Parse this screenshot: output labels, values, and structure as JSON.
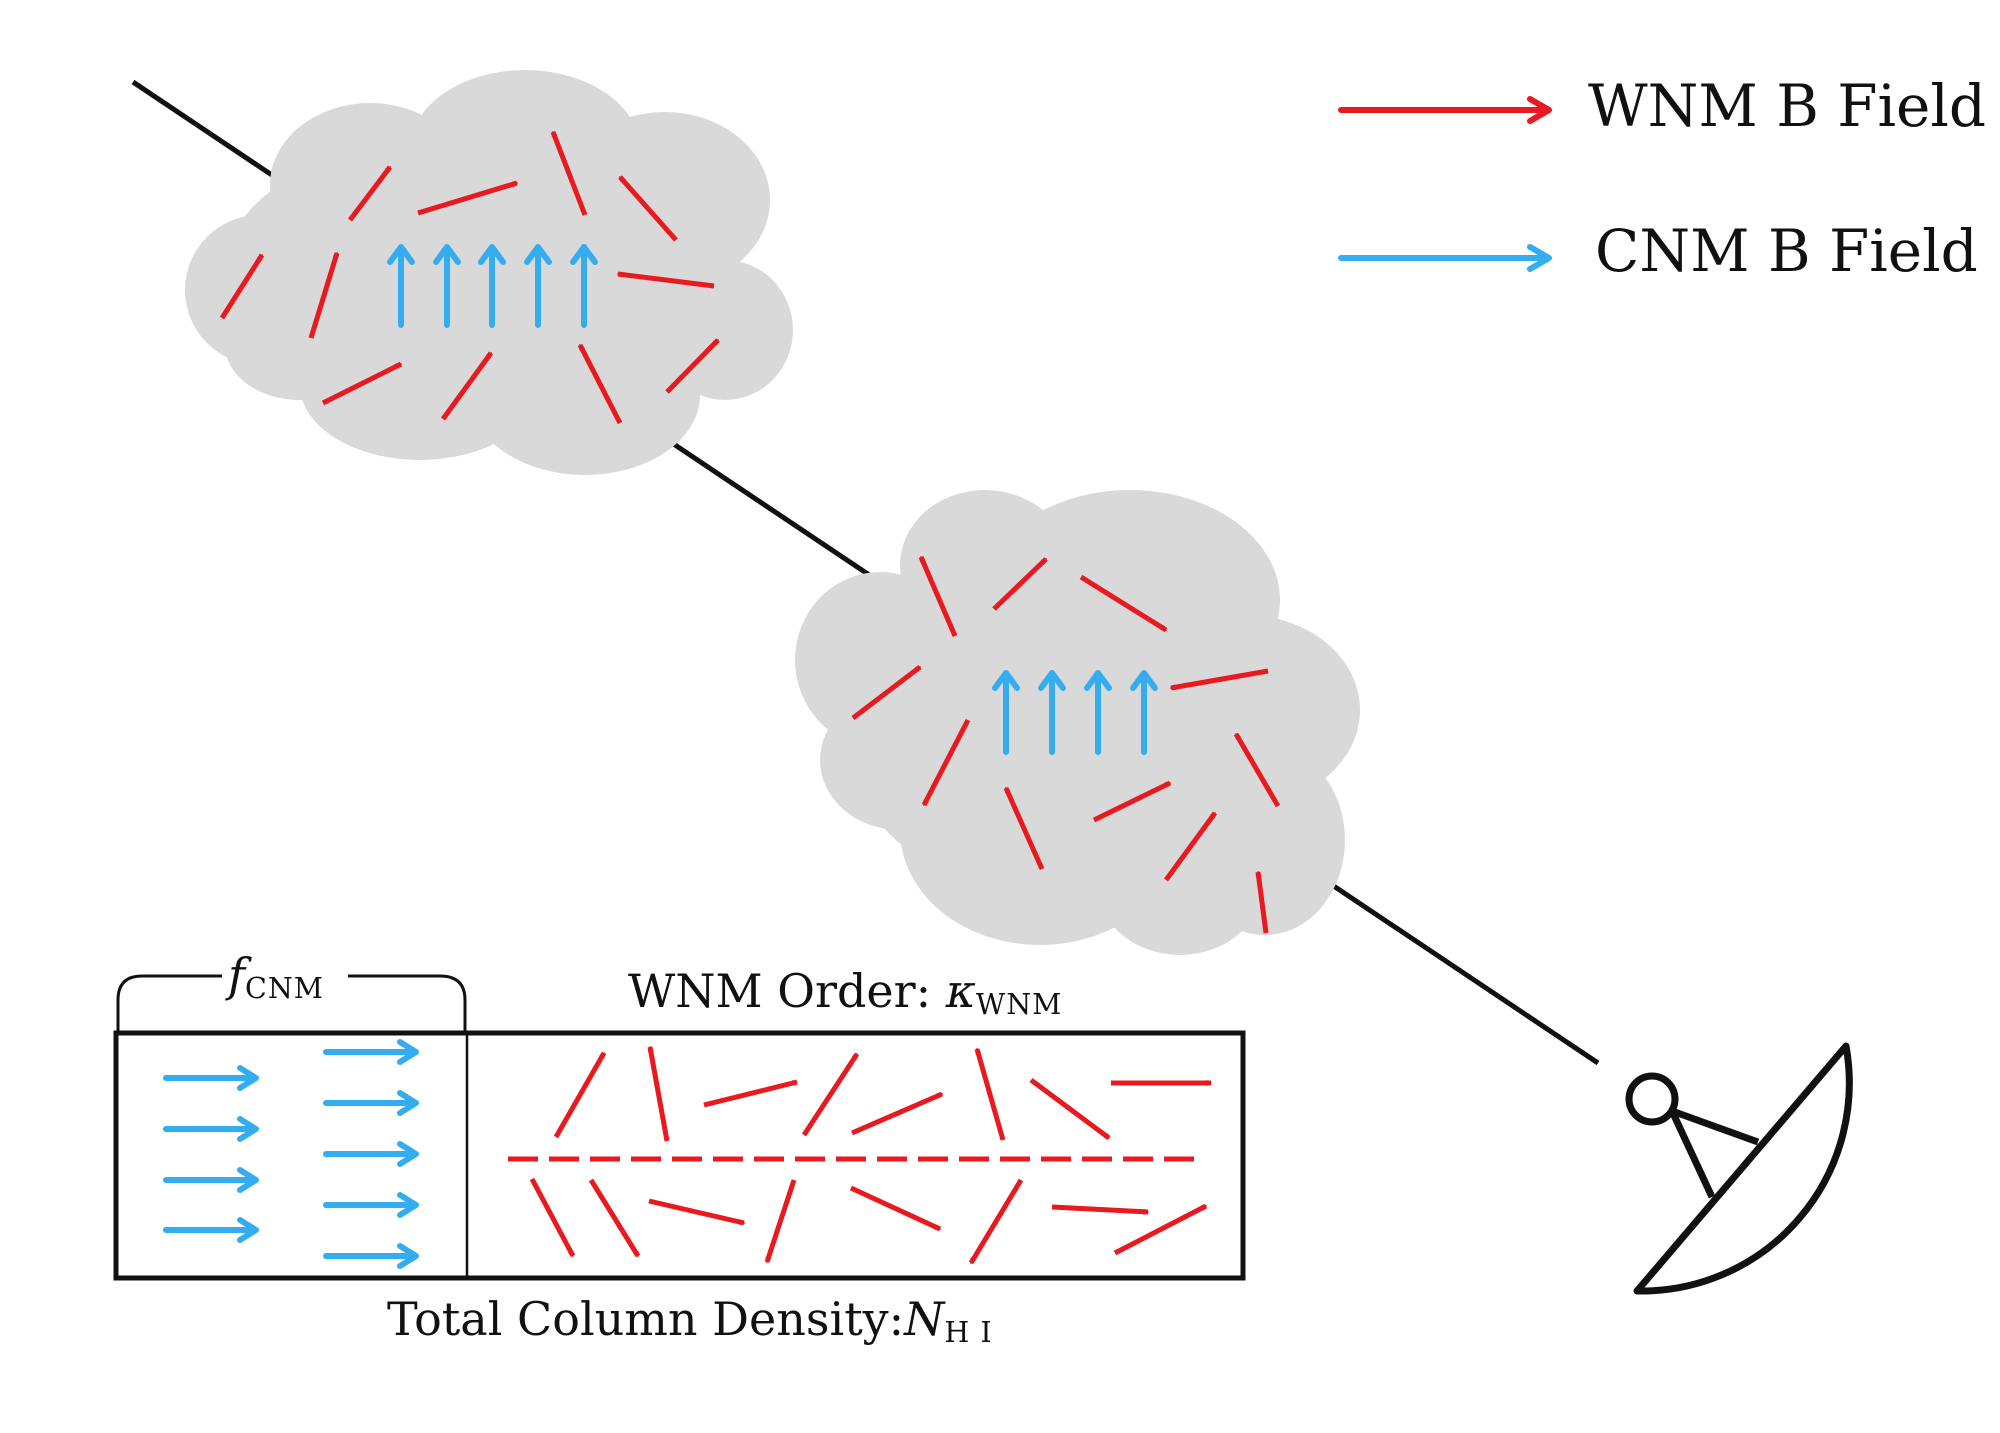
{
  "colors": {
    "wnm": "#e8191f",
    "cnm": "#33adf0",
    "cloud": "#d9d9d9",
    "line": "#111111"
  },
  "legend": {
    "wnm_label": "WNM B Field",
    "cnm_label": "CNM B Field"
  },
  "panel": {
    "fraction_symbol": "f",
    "fraction_subscript": "CNM",
    "order_label": "WNM Order: ",
    "order_symbol": "κ",
    "order_subscript": "WNM",
    "density_label": "Total Column Density:",
    "density_symbol": "N",
    "density_subscript": "H I"
  },
  "icons": {
    "telescope": "radio-telescope-icon"
  }
}
